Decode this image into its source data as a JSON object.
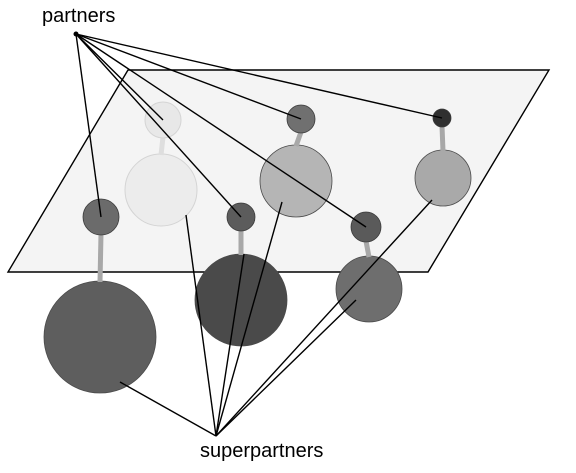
{
  "labels": {
    "top": "partners",
    "bottom": "superpartners"
  },
  "colors": {
    "line": "#000000",
    "plane_fill": "#f4f4f4",
    "connector": "#a8a8a8",
    "connector_faded": "#dedede"
  },
  "nodes": [
    {
      "id": "pair-1",
      "partner_fill": "#6b6b6b",
      "super_fill": "#5e5e5e",
      "faded": false
    },
    {
      "id": "pair-2",
      "partner_fill": "#e8e8e8",
      "super_fill": "#ececec",
      "faded": true
    },
    {
      "id": "pair-3",
      "partner_fill": "#5c5c5c",
      "super_fill": "#4a4a4a",
      "faded": false
    },
    {
      "id": "pair-4",
      "partner_fill": "#707070",
      "super_fill": "#b5b5b5",
      "faded": false
    },
    {
      "id": "pair-5",
      "partner_fill": "#5a5a5a",
      "super_fill": "#6e6e6e",
      "faded": false
    },
    {
      "id": "pair-6",
      "partner_fill": "#303030",
      "super_fill": "#a9a9a9",
      "faded": false
    }
  ]
}
